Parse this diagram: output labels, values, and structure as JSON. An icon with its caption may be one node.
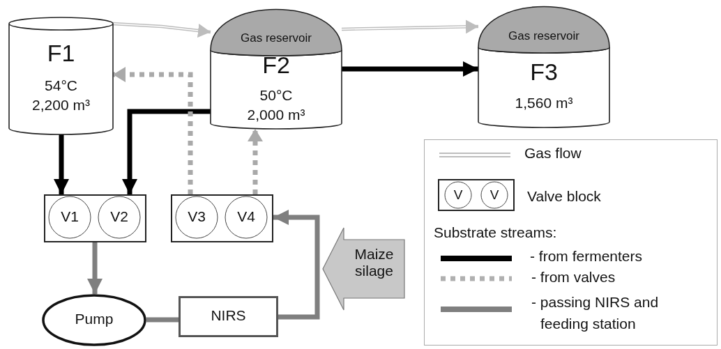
{
  "diagram": {
    "nodes": [
      {
        "text": [
          "F1",
          "54°C",
          "2,200 m³"
        ]
      },
      {
        "text": [
          "Gas reservoir",
          "F2",
          "50°C",
          "2,000 m³"
        ]
      },
      {
        "text": [
          "Gas reservoir",
          "F3",
          "1,560 m³"
        ]
      },
      {
        "text": [],
        "shape": "box"
      },
      {
        "text": [
          "V1"
        ],
        "in": 3
      },
      {
        "text": [
          "V2"
        ],
        "in": 3
      },
      {
        "text": [],
        "shape": "box"
      },
      {
        "text": [
          "V3"
        ],
        "in": 6
      },
      {
        "text": [
          "V4"
        ],
        "in": 6
      },
      {
        "text": [
          "Pump"
        ]
      },
      {
        "text": [
          "NIRS"
        ]
      },
      {
        "text": [
          "Maize silage"
        ]
      }
    ],
    "edges": [
      {
        "from": 0,
        "to": 1,
        "arrow": "to",
        "color": "#bdbdbd"
      },
      {
        "from": 1,
        "to": 2,
        "arrow": "to",
        "color": "#bdbdbd"
      },
      {
        "from": 1,
        "to": 2,
        "arrow": "to"
      },
      {
        "from": 0,
        "to": 3,
        "arrow": "to"
      },
      {
        "from": 1,
        "to": 3,
        "arrow": "to"
      },
      {
        "from": 6,
        "to": 0,
        "arrow": "to",
        "style": "dashed",
        "color": "#a9a9a9"
      },
      {
        "from": 6,
        "to": 1,
        "arrow": "to",
        "style": "dashed",
        "color": "#a9a9a9"
      },
      {
        "from": 3,
        "to": 9,
        "arrow": "to",
        "color": "#7f7f7f"
      },
      {
        "from": 9,
        "to": 10,
        "arrow": "none",
        "color": "#7f7f7f"
      },
      {
        "from": 10,
        "to": 6,
        "arrow": "to",
        "color": "#7f7f7f"
      }
    ],
    "labels": [
      "V",
      "V",
      "Substrate streams:"
    ],
    "legend": [
      {
        "text": "Gas flow"
      },
      {
        "text": "Valve block"
      },
      {
        "text": "- from fermenters"
      },
      {
        "text": "- from valves"
      },
      {
        "text": "- passing NIRS and feeding station"
      }
    ]
  }
}
